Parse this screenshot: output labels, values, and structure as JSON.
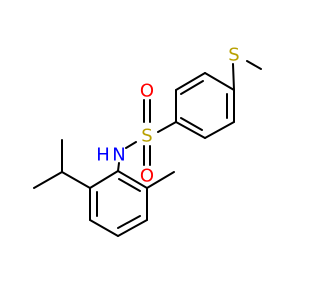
{
  "molecule": {
    "atoms": {
      "sulfonyl_sulfur": "S",
      "sulfonyl_oxygen_top": "O",
      "sulfonyl_oxygen_bottom": "O",
      "amine_nitrogen": "N",
      "amine_hydrogen": "H",
      "thioether_sulfur": "S"
    },
    "colors": {
      "bond": "#000000",
      "carbon": "#000000",
      "sulfur": "#b8a000",
      "oxygen": "#ff0000",
      "nitrogen": "#0000ff"
    }
  }
}
